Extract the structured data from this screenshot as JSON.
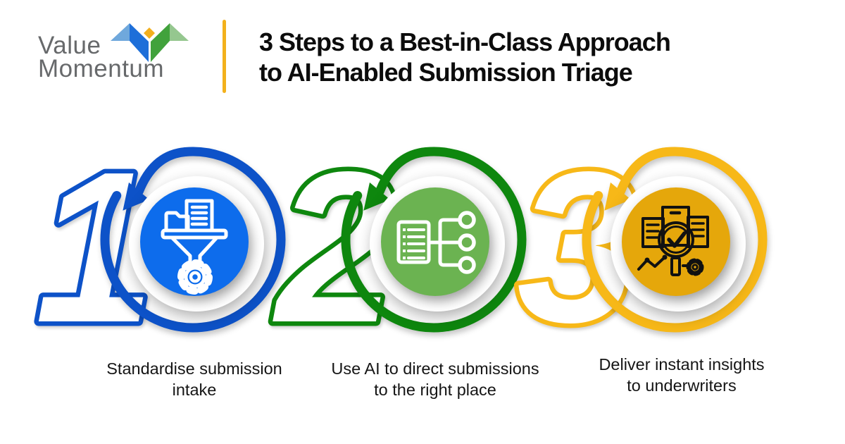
{
  "logo": {
    "line1": "Value",
    "line2": "Momentum",
    "mark_colors": {
      "light_blue": "#6FA8DC",
      "blue": "#1E6FD9",
      "yellow": "#F2AF1E",
      "green": "#41A23C",
      "light_green": "#95C78F"
    }
  },
  "header": {
    "divider_color": "#F3B11C",
    "title_line1": "3 Steps to a Best-in-Class Approach",
    "title_line2": "to AI-Enabled Submission Triage"
  },
  "steps": [
    {
      "number": "1",
      "caption_line1": "Standardise submission",
      "caption_line2": "intake",
      "ring_color": "#0D52C8",
      "circle_color": "#0D6CEC",
      "icon_color": "#FFFFFF",
      "icon": "document-funnel-gear-icon"
    },
    {
      "number": "2",
      "caption_line1": "Use AI to direct submissions",
      "caption_line2": "to the right place",
      "ring_color": "#0E870E",
      "circle_color": "#6BB351",
      "icon_color": "#FFFFFF",
      "icon": "list-routing-icon"
    },
    {
      "number": "3",
      "caption_line1": "Deliver instant insights",
      "caption_line2": "to underwriters",
      "ring_color": "#F7B818",
      "circle_color": "#E5A70B",
      "icon_color": "#111111",
      "icon": "documents-magnifier-analytics-icon"
    }
  ]
}
